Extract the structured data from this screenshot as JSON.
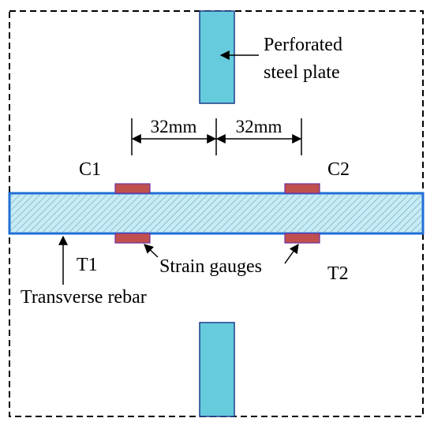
{
  "labels": {
    "plate_line1": "Perforated",
    "plate_line2": "steel plate",
    "dim_left": "32mm",
    "dim_right": "32mm",
    "c1": "C1",
    "c2": "C2",
    "t1": "T1",
    "t2": "T2",
    "gauges": "Strain gauges",
    "rebar": "Transverse rebar"
  },
  "colors": {
    "plate_fill": "#66ccdd",
    "plate_stroke": "#1f3d8a",
    "rebar_fill": "#c8ecf4",
    "rebar_stroke": "#1f6fd6",
    "hatch": "#6aa8c4",
    "gauge_fill": "#c0504d",
    "gauge_stroke": "#7030a0",
    "line": "#000000"
  }
}
